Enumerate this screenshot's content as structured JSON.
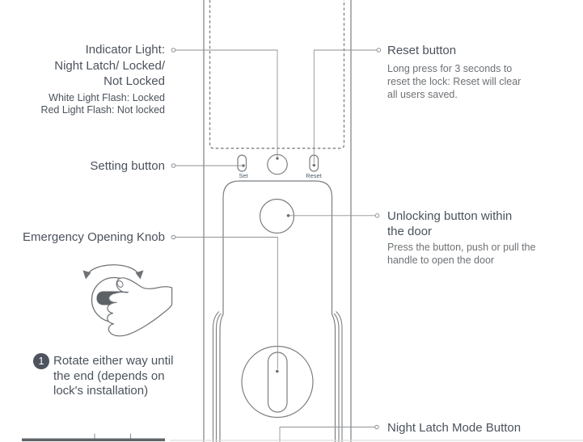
{
  "doc": {
    "type": "smart-lock user manual diagram, interior side of lock"
  },
  "colors": {
    "heading_text": "#4b525c",
    "body_text": "#6d7175",
    "small_button_label": "#4a5b6e",
    "outline": "#7b7e82",
    "leader_line": "#8f9295",
    "dark_fill": "#5d6266",
    "background": "#ffffff"
  },
  "labels": {
    "indicator": {
      "title_lines": [
        "Indicator Light:",
        "Night Latch/ Locked/",
        "Not Locked"
      ],
      "sub_lines": [
        "White Light Flash: Locked",
        "Red Light Flash: Not locked"
      ]
    },
    "reset": {
      "title": "Reset button",
      "sub_lines": [
        "Long press for 3 seconds to",
        "reset the lock: Reset will clear",
        "all users saved."
      ]
    },
    "setting": {
      "title": "Setting button"
    },
    "emergency": {
      "title": "Emergency Opening Knob"
    },
    "unlocking": {
      "title_lines": [
        "Unlocking button within",
        "the door"
      ],
      "sub_lines": [
        "Press the button, push or pull the",
        "handle to open the door"
      ]
    },
    "night_latch": {
      "title": "Night Latch Mode Button"
    },
    "rotate_step": {
      "number": "1",
      "lines": [
        "Rotate either way until",
        "the end (depends on",
        "lock's installation)"
      ]
    },
    "set_small": "Set",
    "reset_small": "Reset"
  },
  "icons": [
    "step-number-badge",
    "rotation-arrow-icon",
    "hand-on-knob-illustration",
    "leader-endpoint-circles"
  ]
}
